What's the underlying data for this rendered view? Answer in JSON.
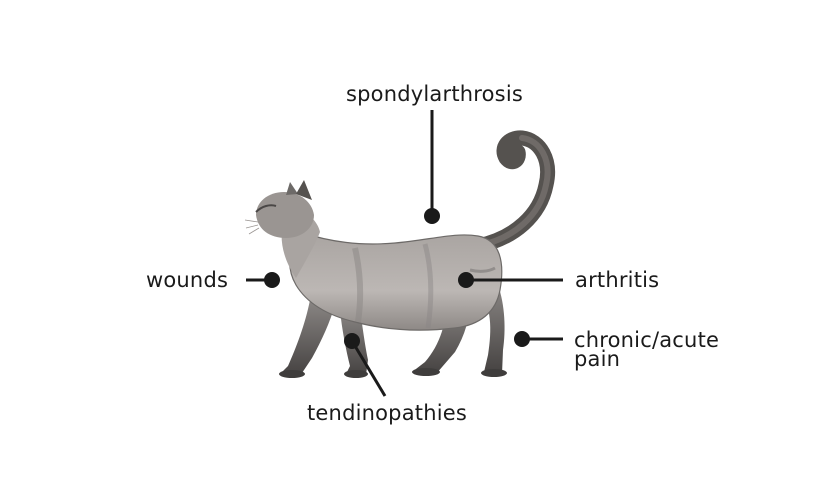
{
  "diagram": {
    "subject": "cat",
    "colors": {
      "background": "#ffffff",
      "line": "#1a1a1a",
      "fur_body": "#b7b2af",
      "fur_shadow": "#6d6a68",
      "fur_dark": "#3f3d3c",
      "text": "#1a1a1a"
    },
    "labels": [
      {
        "id": "spondylarthrosis",
        "text": "spondylarthrosis",
        "target": "spine"
      },
      {
        "id": "wounds",
        "text": "wounds",
        "target": "chest"
      },
      {
        "id": "arthritis",
        "text": "arthritis",
        "target": "hip"
      },
      {
        "id": "chronic-acute-pain",
        "text": "chronic/acute\npain",
        "target": "hind-leg"
      },
      {
        "id": "tendinopathies",
        "text": "tendinopathies",
        "target": "front-leg"
      }
    ]
  }
}
